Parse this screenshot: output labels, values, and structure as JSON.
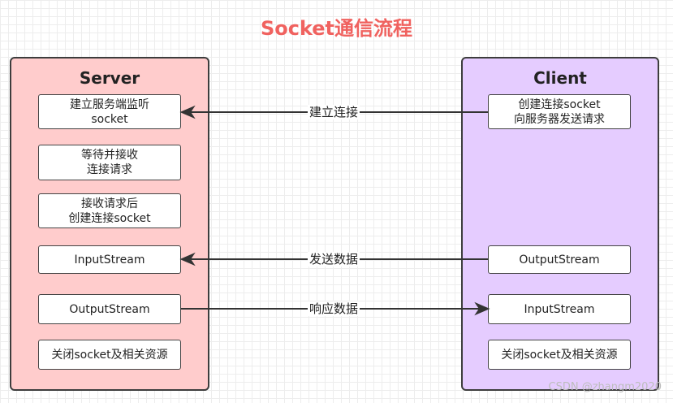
{
  "title": "Socket通信流程",
  "server": {
    "title": "Server",
    "steps": [
      "建立服务端监听\nsocket",
      "等待并接收\n连接请求",
      "接收请求后\n创建连接socket",
      "InputStream",
      "OutputStream",
      "关闭socket及相关资源"
    ]
  },
  "client": {
    "title": "Client",
    "steps": [
      "创建连接socket\n向服务器发送请求",
      "OutputStream",
      "InputStream",
      "关闭socket及相关资源"
    ]
  },
  "edges": [
    {
      "label": "建立连接",
      "from": "client",
      "to": "server"
    },
    {
      "label": "发送数据",
      "from": "client",
      "to": "server"
    },
    {
      "label": "响应数据",
      "from": "server",
      "to": "client"
    }
  ],
  "watermark": "CSDN @zhangm2020"
}
